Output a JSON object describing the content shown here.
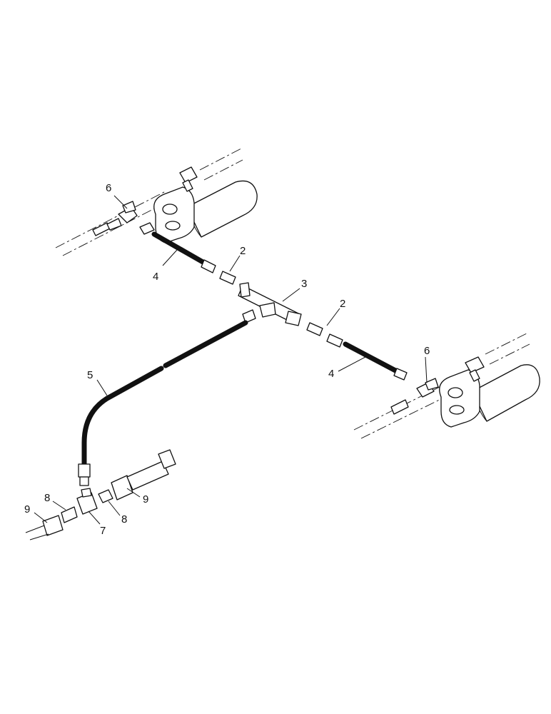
{
  "callouts": [
    {
      "id": "c6-left",
      "text": "6"
    },
    {
      "id": "c4-left",
      "text": "4"
    },
    {
      "id": "c2-left",
      "text": "2"
    },
    {
      "id": "c3",
      "text": "3"
    },
    {
      "id": "c2-right",
      "text": "2"
    },
    {
      "id": "c6-right",
      "text": "6"
    },
    {
      "id": "c4-right",
      "text": "4"
    },
    {
      "id": "c5",
      "text": "5"
    },
    {
      "id": "c9-right",
      "text": "9"
    },
    {
      "id": "c8-left",
      "text": "8"
    },
    {
      "id": "c9-left",
      "text": "9"
    },
    {
      "id": "c7",
      "text": "7"
    },
    {
      "id": "c8-right",
      "text": "8"
    }
  ]
}
